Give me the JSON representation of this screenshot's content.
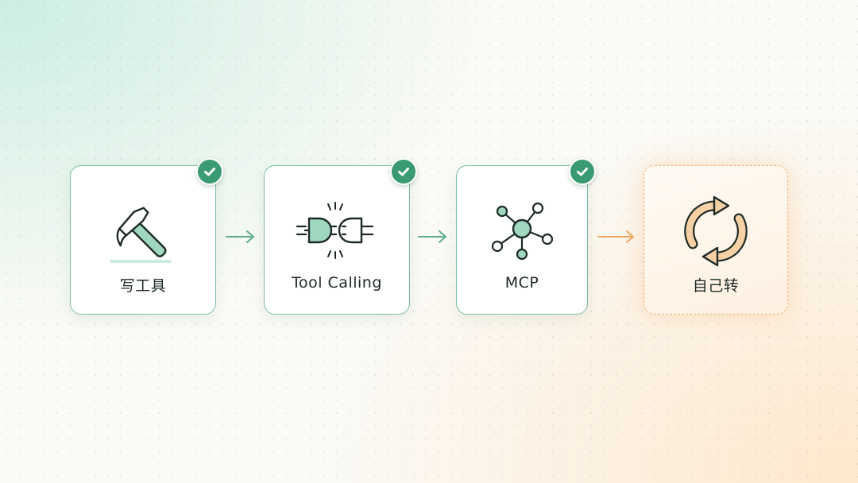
{
  "steps": [
    {
      "label": "写工具",
      "icon": "hammer-icon",
      "status": "done"
    },
    {
      "label": "Tool Calling",
      "icon": "plug-connect-icon",
      "status": "done"
    },
    {
      "label": "MCP",
      "icon": "network-hub-icon",
      "status": "done"
    },
    {
      "label": "自己转",
      "icon": "cycle-arrows-icon",
      "status": "pending"
    }
  ],
  "colors": {
    "accent_green": "#3a9a72",
    "card_border": "#7cc0a1",
    "icon_fill_green": "#9fd8bf",
    "accent_orange": "#f0a860",
    "icon_fill_orange": "#f7d1a6",
    "text": "#1d2a25"
  }
}
